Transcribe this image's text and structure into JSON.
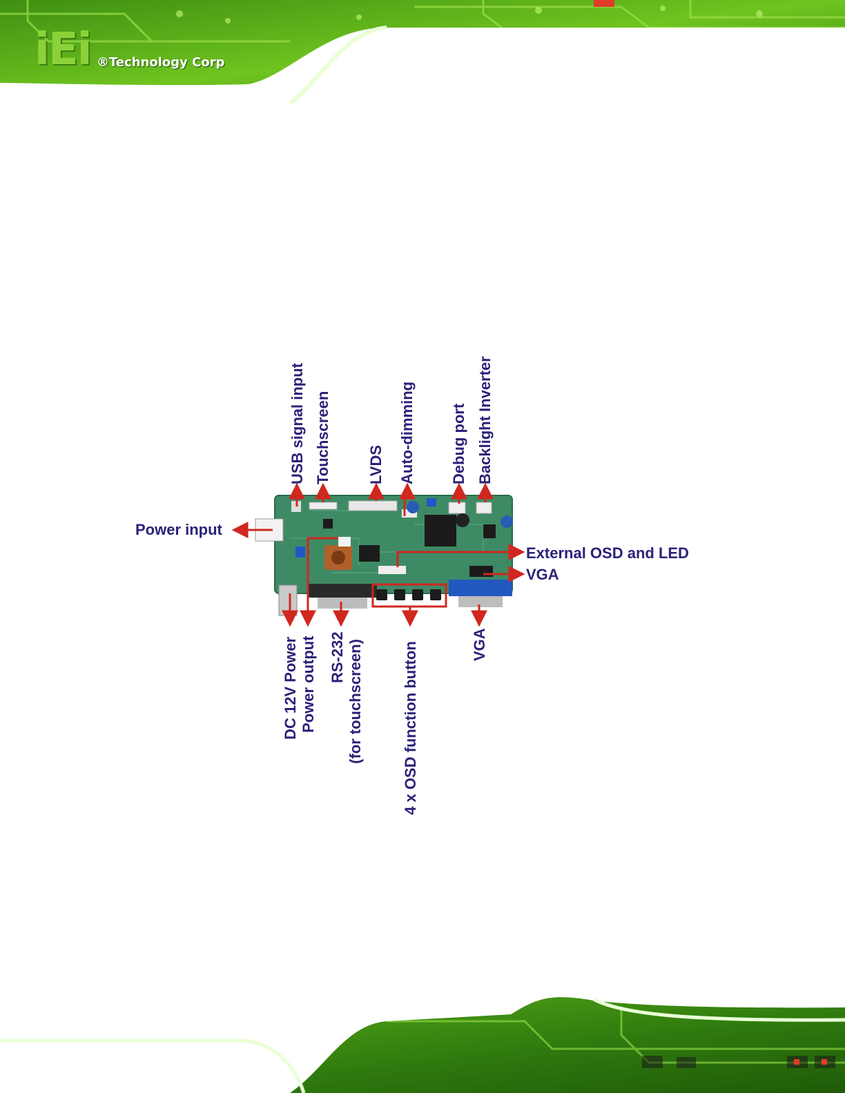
{
  "header": {
    "logo_mark": "iEi",
    "logo_text": "®Technology Corp"
  },
  "diagram": {
    "labels": {
      "usb_signal_input": "USB signal input",
      "touchscreen": "Touchscreen",
      "lvds": "LVDS",
      "auto_dimming": "Auto-dimming",
      "debug_port": "Debug port",
      "backlight_inverter": "Backlight Inverter",
      "power_input": "Power input",
      "external_osd_led": "External OSD and LED",
      "vga_header": "VGA",
      "dc_12v_power": "DC 12V Power",
      "power_output": "Power output",
      "rs232_line1": "RS-232",
      "rs232_line2": "(for touchscreen)",
      "osd_buttons": "4 x OSD function button",
      "vga_connector": "VGA"
    },
    "colors": {
      "label": "#2a2279",
      "arrow": "#d0271f",
      "pcb": "#3e8a64"
    }
  }
}
